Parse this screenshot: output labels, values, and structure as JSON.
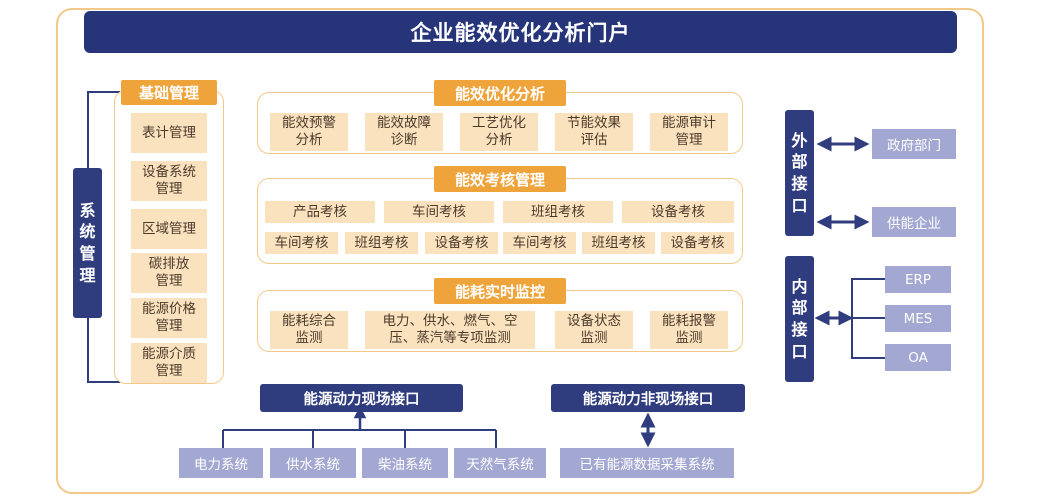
{
  "title": "企业能效优化分析门户",
  "system_mgmt": [
    "系",
    "统",
    "管",
    "理"
  ],
  "basic_mgmt": {
    "label": "基础管理",
    "items": [
      [
        "表计管理"
      ],
      [
        "设备系统",
        "管理"
      ],
      [
        "区域管理"
      ],
      [
        "碳排放",
        "管理"
      ],
      [
        "能源价格",
        "管理"
      ],
      [
        "能源介质",
        "管理"
      ]
    ]
  },
  "optimization": {
    "label": "能效优化分析",
    "items": [
      [
        "能效预警",
        "分析"
      ],
      [
        "能效故障",
        "诊断"
      ],
      [
        "工艺优化",
        "分析"
      ],
      [
        "节能效果",
        "评估"
      ],
      [
        "能源审计",
        "管理"
      ]
    ]
  },
  "assessment": {
    "label": "能效考核管理",
    "row1": [
      "产品考核",
      "车间考核",
      "班组考核",
      "设备考核"
    ],
    "row2": [
      "车间考核",
      "班组考核",
      "设备考核",
      "车间考核",
      "班组考核",
      "设备考核"
    ]
  },
  "monitoring": {
    "label": "能耗实时监控",
    "items": [
      [
        "能耗综合",
        "监测"
      ],
      [
        "电力、供水、燃气、空",
        "压、蒸汽等专项监测"
      ],
      [
        "设备状态",
        "监测"
      ],
      [
        "能耗报警",
        "监测"
      ]
    ]
  },
  "onsite": {
    "label": "能源动力现场接口",
    "systems": [
      "电力系统",
      "供水系统",
      "柴油系统",
      "天然气系统"
    ]
  },
  "offsite": {
    "label": "能源动力非现场接口",
    "system": "已有能源数据采集系统"
  },
  "external": {
    "label": [
      "外",
      "部",
      "接",
      "口"
    ],
    "targets": [
      "政府部门",
      "供能企业"
    ]
  },
  "internal": {
    "label": [
      "内",
      "部",
      "接",
      "口"
    ],
    "targets": [
      "ERP",
      "MES",
      "OA"
    ]
  },
  "colors": {
    "navy": "#2f3c7e",
    "title_navy": "#26357a",
    "orange": "#eea43a",
    "cream": "#fbe2bf",
    "border": "#f2c98a",
    "purple": "#a3a8d2"
  }
}
